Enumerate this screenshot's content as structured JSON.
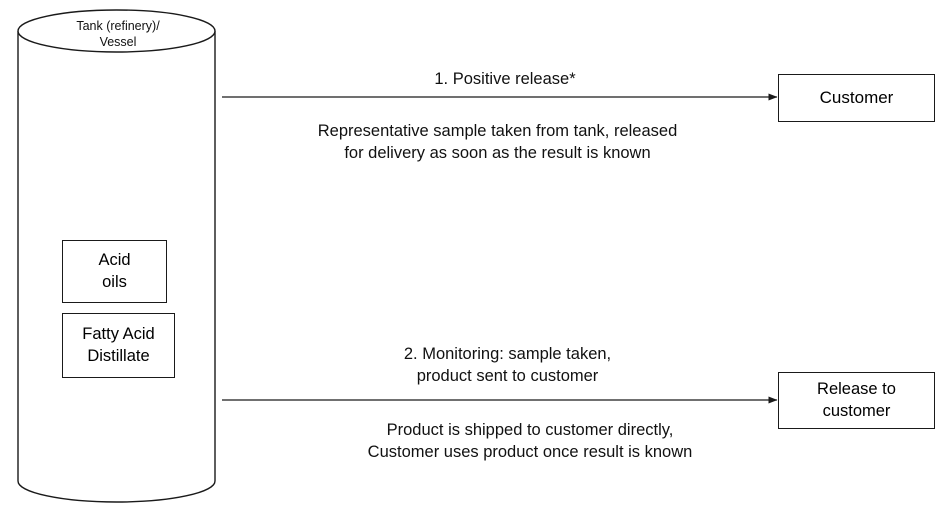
{
  "diagram": {
    "tank": {
      "label_line1": "Tank (refinery)/",
      "label_line2": "Vessel",
      "contents": [
        {
          "name": "acid-oils",
          "line1": "Acid",
          "line2": "oils"
        },
        {
          "name": "fatty-acid-distillate",
          "line1": "Fatty Acid",
          "line2": "Distillate"
        }
      ]
    },
    "flows": [
      {
        "id": "positive-release",
        "title": "1. Positive release*",
        "description_line1": "Representative sample taken from tank, released",
        "description_line2": "for delivery as soon as the result is known",
        "target_line1": "Customer",
        "target_line2": ""
      },
      {
        "id": "monitoring",
        "title_line1": "2. Monitoring: sample taken,",
        "title_line2": "product sent to customer",
        "description_line1": "Product is shipped to customer directly,",
        "description_line2": "Customer uses product once result is known",
        "target_line1": "Release to",
        "target_line2": "customer"
      }
    ],
    "colors": {
      "stroke": "#1a1a1a",
      "background": "#ffffff",
      "text": "#111111"
    }
  }
}
